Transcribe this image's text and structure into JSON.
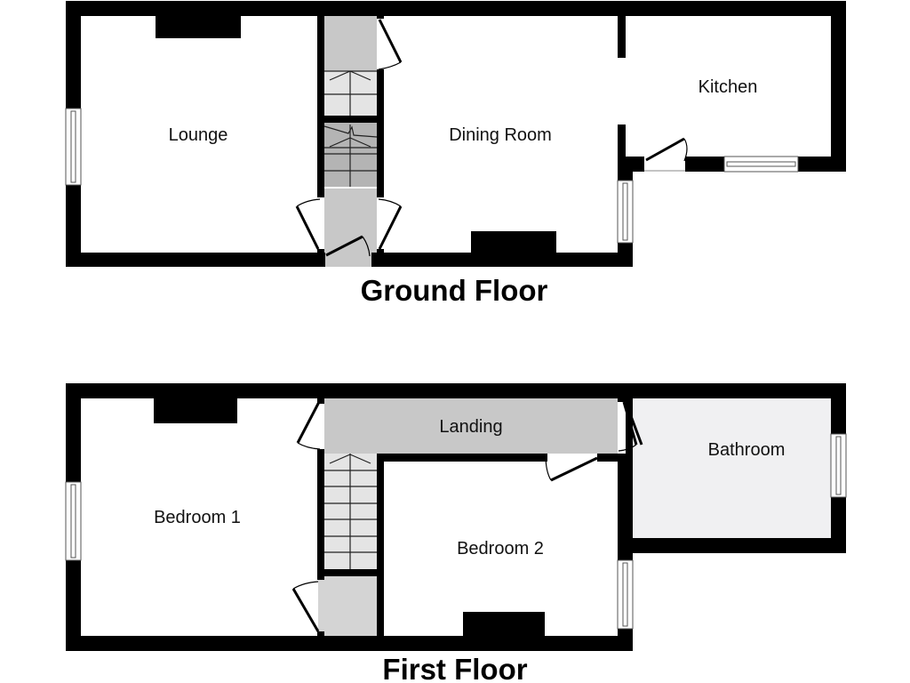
{
  "floors": [
    {
      "title": "Ground Floor",
      "rooms": [
        {
          "name": "Lounge"
        },
        {
          "name": "Dining Room"
        },
        {
          "name": "Kitchen"
        }
      ]
    },
    {
      "title": "First Floor",
      "rooms": [
        {
          "name": "Landing"
        },
        {
          "name": "Bedroom 1"
        },
        {
          "name": "Bedroom 2"
        },
        {
          "name": "Bathroom"
        }
      ]
    }
  ],
  "colors": {
    "wall": "#000000",
    "hall_fill": "#c8c8c8",
    "stair_light": "#e4e4e4",
    "stair_dark": "#b4b4b4",
    "bathroom_fill": "#f0f0f2",
    "window_frame": "#ffffff"
  }
}
